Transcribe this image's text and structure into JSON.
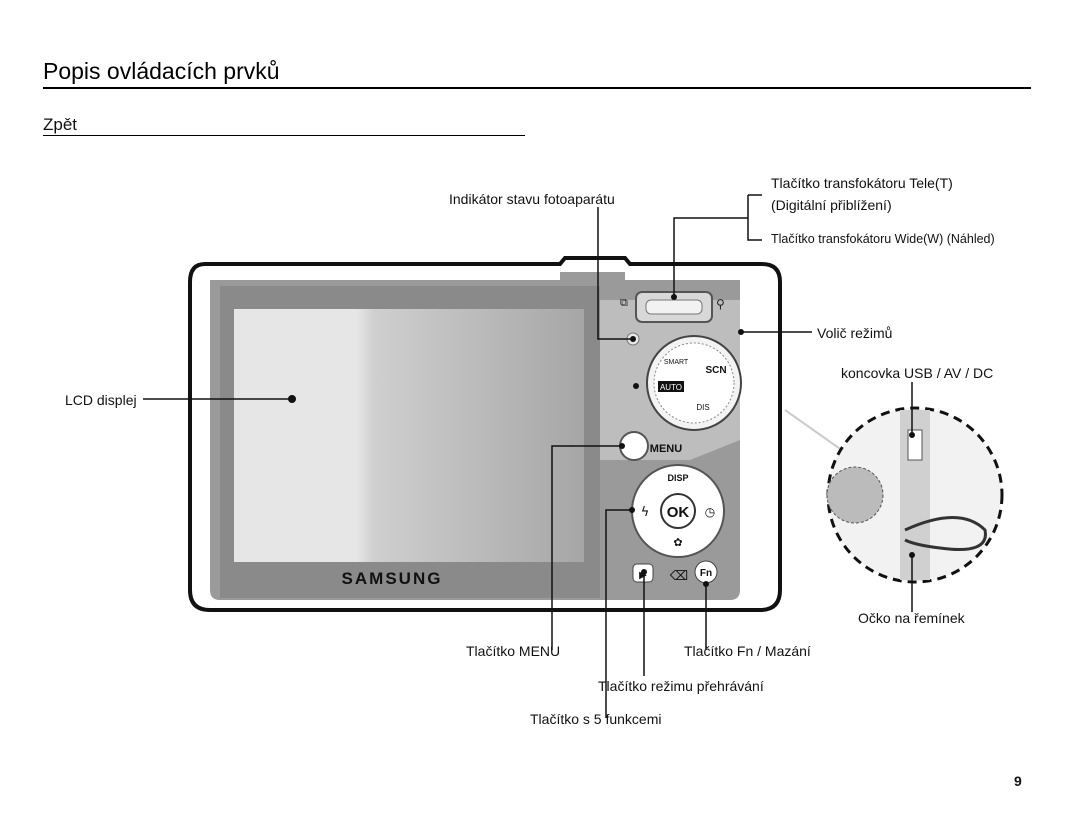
{
  "header": {
    "title": "Popis ovládacích prvků",
    "subtitle": "Zpět"
  },
  "callouts": {
    "indicator": "Indikátor stavu fotoaparátu",
    "zoom_tele": "Tlačítko transfokátoru Tele(T)",
    "zoom_digital": "(Digitální přiblížení)",
    "zoom_wide": "Tlačítko transfokátoru Wide(W) (Náhled)",
    "mode_dial": "Volič režimů",
    "usb": "koncovka USB / AV / DC",
    "lcd": "LCD displej",
    "strap": "Očko na řemínek",
    "menu_button": "Tlačítko MENU",
    "fn_button": "Tlačítko Fn / Mazání",
    "playback": "Tlačítko režimu přehrávání",
    "five_function": "Tlačítko s 5 funkcemi"
  },
  "camera": {
    "brand": "SAMSUNG",
    "menu_text": "MENU",
    "disp_text": "DISP",
    "ok_text": "OK",
    "fn_text": "Fn",
    "auto_text": "AUTO",
    "smart_text": "SMART",
    "scn_text": "SCN",
    "dis_text": "DIS"
  },
  "footer": {
    "page_number": "9"
  }
}
